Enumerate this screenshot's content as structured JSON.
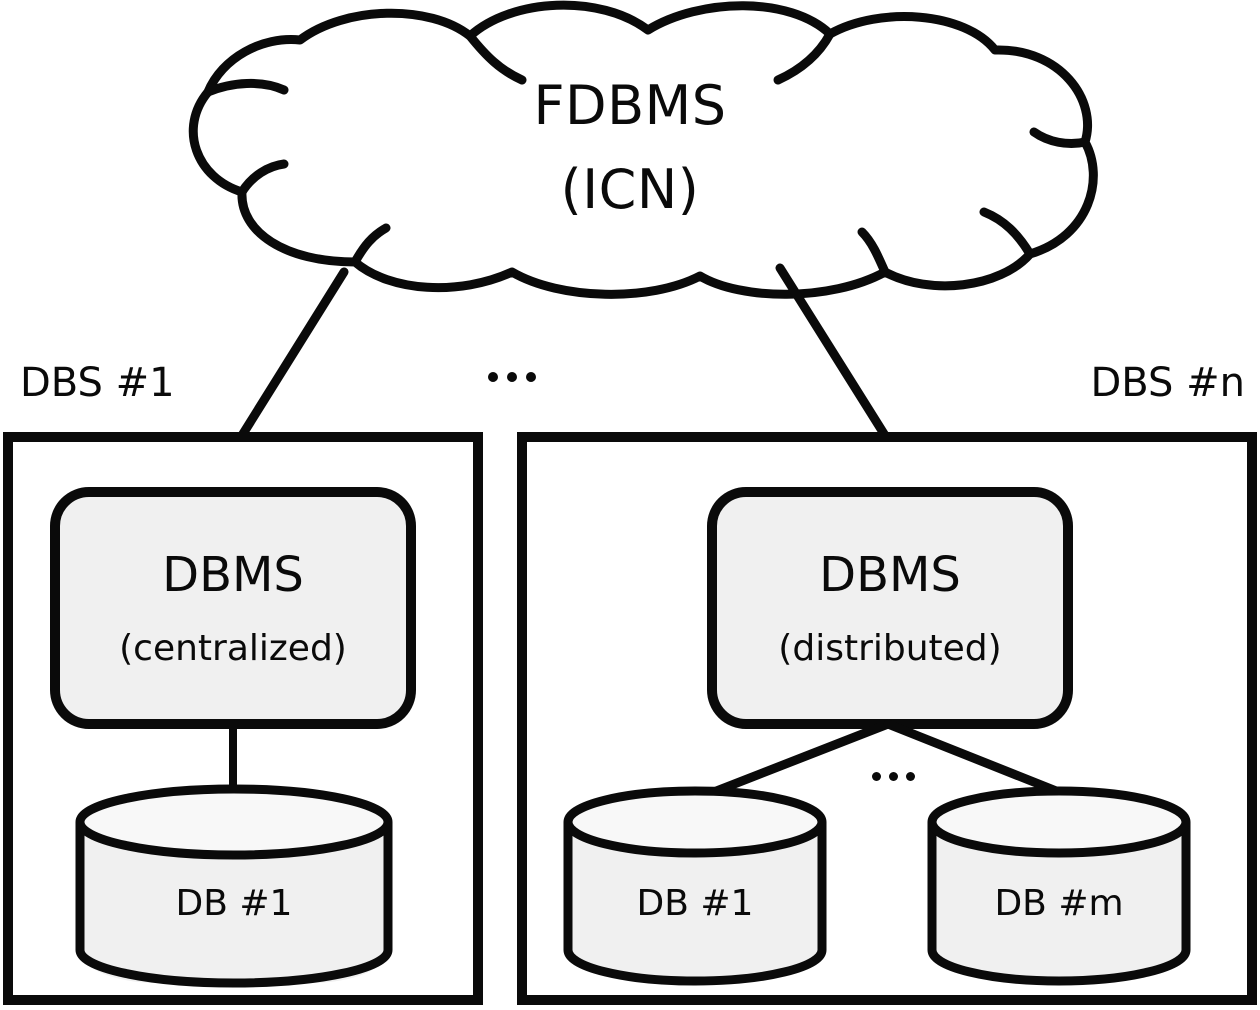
{
  "diagram": {
    "cloud": {
      "label_line1": "FDBMS",
      "label_line2": "(ICN)",
      "name": "fdbms-cloud"
    },
    "outer_ellipsis": "...",
    "systems": [
      {
        "id": "dbs-1",
        "caption": "DBS #1",
        "dbms": {
          "title": "DBMS",
          "subtitle": "(centralized)"
        },
        "databases": [
          {
            "label": "DB #1"
          }
        ],
        "inner_ellipsis": ""
      },
      {
        "id": "dbs-n",
        "caption": "DBS #n",
        "dbms": {
          "title": "DBMS",
          "subtitle": "(distributed)"
        },
        "databases": [
          {
            "label": "DB #1"
          },
          {
            "label": "DB #m"
          }
        ],
        "inner_ellipsis": "..."
      }
    ],
    "colors": {
      "stroke": "#0a0a0a",
      "shape_fill": "#f0f0f0",
      "cloud_fill": "#ffffff",
      "background": "#ffffff",
      "text": "#0a0a0a"
    }
  }
}
